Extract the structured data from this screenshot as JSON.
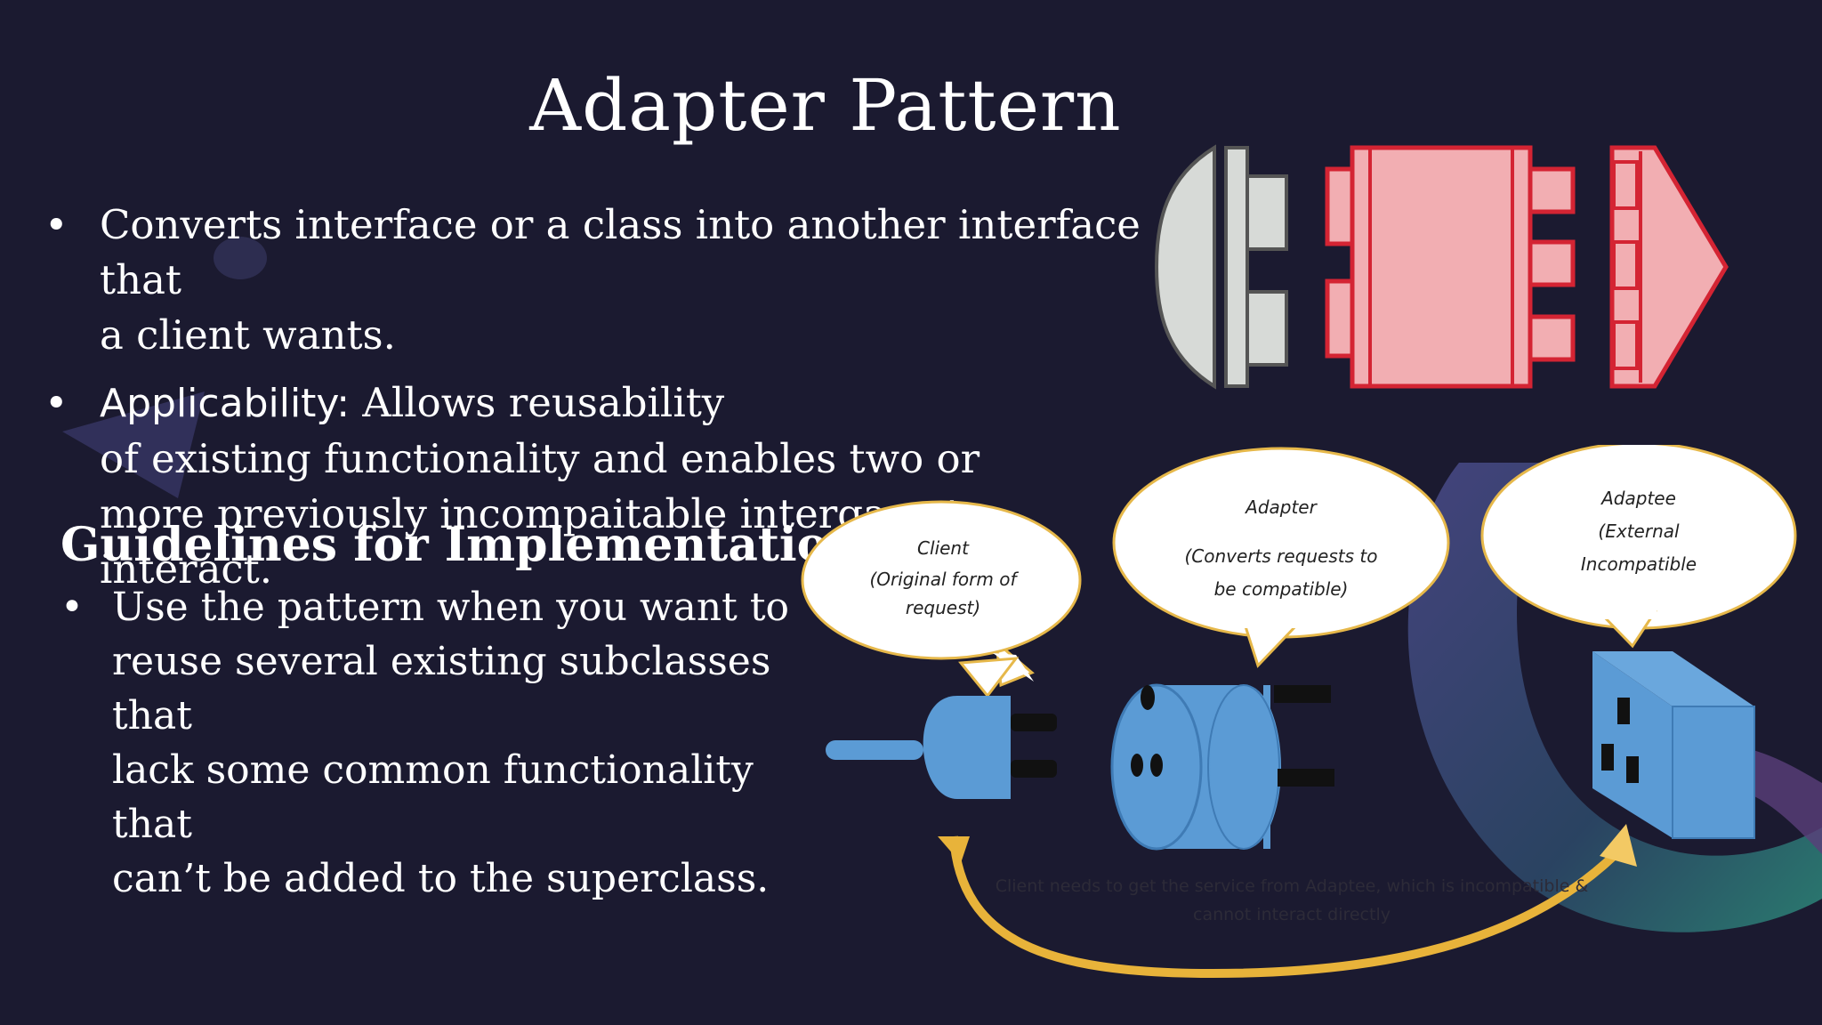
{
  "slide": {
    "title": "Adapter Pattern",
    "bullets": {
      "b1_line1": "Converts interface or a class into another interface that",
      "b1_line2": "a client wants.",
      "b2_label": "Applicability:",
      "b2_line1_rest": " Allows reusability",
      "b2_line2": "of existing functionality and enables two or",
      "b2_line3": "more previously incompaitable intergace to interact."
    },
    "bullet_glyph": "•",
    "guidelines": {
      "heading": "Guidelines for Implementation",
      "line1": "Use the pattern when you want to",
      "line2": "reuse several existing subclasses that",
      "line3": "lack some common functionality that",
      "line4": "can’t be added to the superclass."
    }
  },
  "diagram": {
    "icons": [
      "plug-icon",
      "adapter-icon",
      "socket-cube-icon",
      "adapter-plug-diagram-icon",
      "curved-arrow-icon"
    ],
    "client_bubble": {
      "title": "Client",
      "line1": "(Original form of",
      "line2": "request)"
    },
    "adapter_bubble": {
      "title": "Adapter",
      "line1": "(Converts requests to",
      "line2": "be compatible)"
    },
    "adaptee_bubble": {
      "title": "Adaptee",
      "line1": "(External",
      "line2": "Incompatible"
    },
    "caption_line1": "Client needs to get the service from Adaptee, which is incompatible &",
    "caption_line2": "cannot interact directly",
    "colors": {
      "plug_blue": "#5b9bd5",
      "adapter_red": "#e0323f",
      "adapter_pink": "#f2aeb2",
      "arrow_gold": "#e8b33a",
      "background": "#1b1a30"
    }
  }
}
